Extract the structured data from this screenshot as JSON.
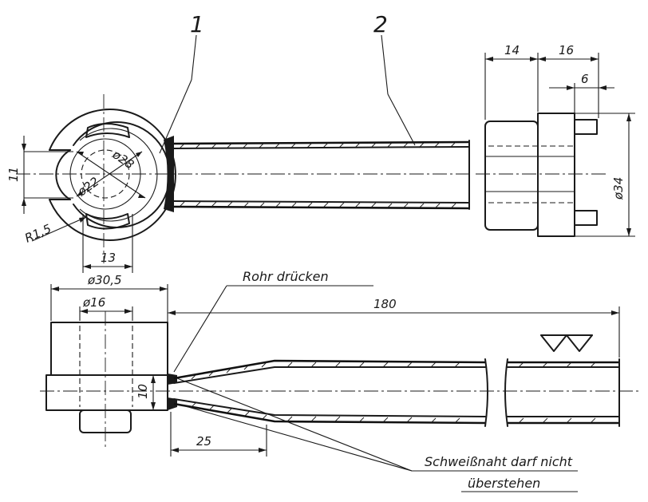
{
  "labels": {
    "part_1": "1",
    "part_2": "2",
    "dim_14": "14",
    "dim_16": "16",
    "dim_6": "6",
    "dim_d34": "ø34",
    "dim_11": "11",
    "dim_d22": "ø22",
    "dim_d28": "ø28",
    "dim_r15": "R1,5",
    "dim_13": "13",
    "dim_d305": "ø30,5",
    "dim_d16": "ø16",
    "dim_180": "180",
    "dim_10": "10",
    "dim_25": "25",
    "note_press": "Rohr drücken",
    "note_weld_1": "Schweißnaht darf nicht",
    "note_weld_2": "überstehen"
  }
}
